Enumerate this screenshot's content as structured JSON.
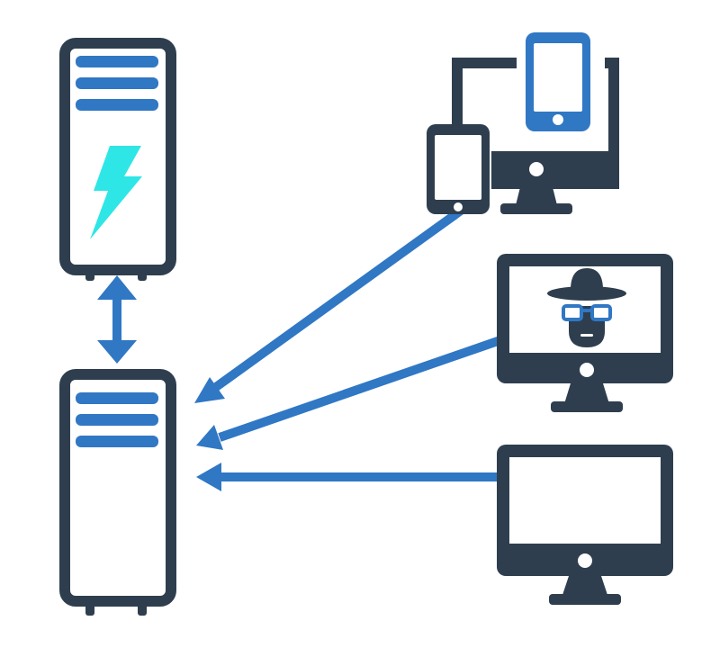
{
  "diagram": {
    "description_name": "network-diagram",
    "nodes": [
      "top-server",
      "bottom-server",
      "mobile-devices-group",
      "spy-monitor",
      "plain-monitor"
    ],
    "connections": [
      {
        "from": "top-server",
        "to": "bottom-server",
        "type": "bidirectional"
      },
      {
        "from": "mobile-devices-group",
        "to": "bottom-server",
        "type": "directed"
      },
      {
        "from": "spy-monitor",
        "to": "bottom-server",
        "type": "directed"
      },
      {
        "from": "plain-monitor",
        "to": "bottom-server",
        "type": "directed"
      }
    ]
  },
  "colors": {
    "dark": "#2e3e4e",
    "blue": "#3077c4",
    "cyan": "#2ee6e6",
    "white": "#ffffff"
  },
  "icons": [
    "server-icon",
    "lightning-icon",
    "tablet-icon",
    "smartphone-icon",
    "desktop-monitor-icon",
    "spy-icon"
  ]
}
